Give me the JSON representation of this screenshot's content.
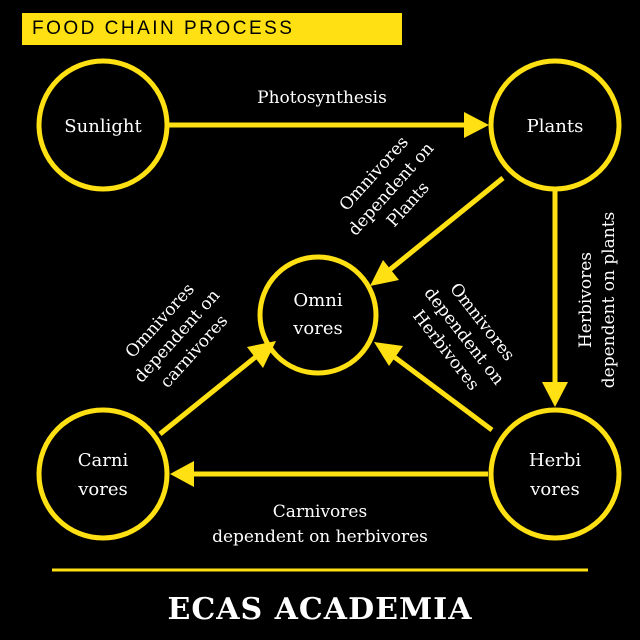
{
  "header": {
    "title": "FOOD CHAIN PROCESS"
  },
  "colors": {
    "accent": "#FFE012",
    "background": "#000000",
    "text": "#FFFFFF"
  },
  "nodes": {
    "sunlight": {
      "label": "Sunlight"
    },
    "plants": {
      "label": "Plants"
    },
    "omnivores": {
      "line1": "Omni",
      "line2": "vores"
    },
    "carnivores": {
      "line1": "Carni",
      "line2": "vores"
    },
    "herbivores": {
      "line1": "Herbi",
      "line2": "vores"
    }
  },
  "edges": {
    "sunlight_plants": {
      "line1": "Photosynthesis"
    },
    "plants_omnivores": {
      "line1": "Omnivores",
      "line2": "dependent on",
      "line3": "Plants"
    },
    "plants_herbivores": {
      "line1": "Herbivores",
      "line2": "dependent on plants"
    },
    "carnivores_omnivores": {
      "line1": "Omnivores",
      "line2": "dependent on",
      "line3": "carnivores"
    },
    "herbivores_omnivores": {
      "line1": "Omnivores",
      "line2": "dependent on",
      "line3": "Herbivores"
    },
    "herbivores_carnivores": {
      "line1": "Carnivores",
      "line2": "dependent on herbivores"
    }
  },
  "footer": {
    "brand": "ECAS ACADEMIA"
  }
}
